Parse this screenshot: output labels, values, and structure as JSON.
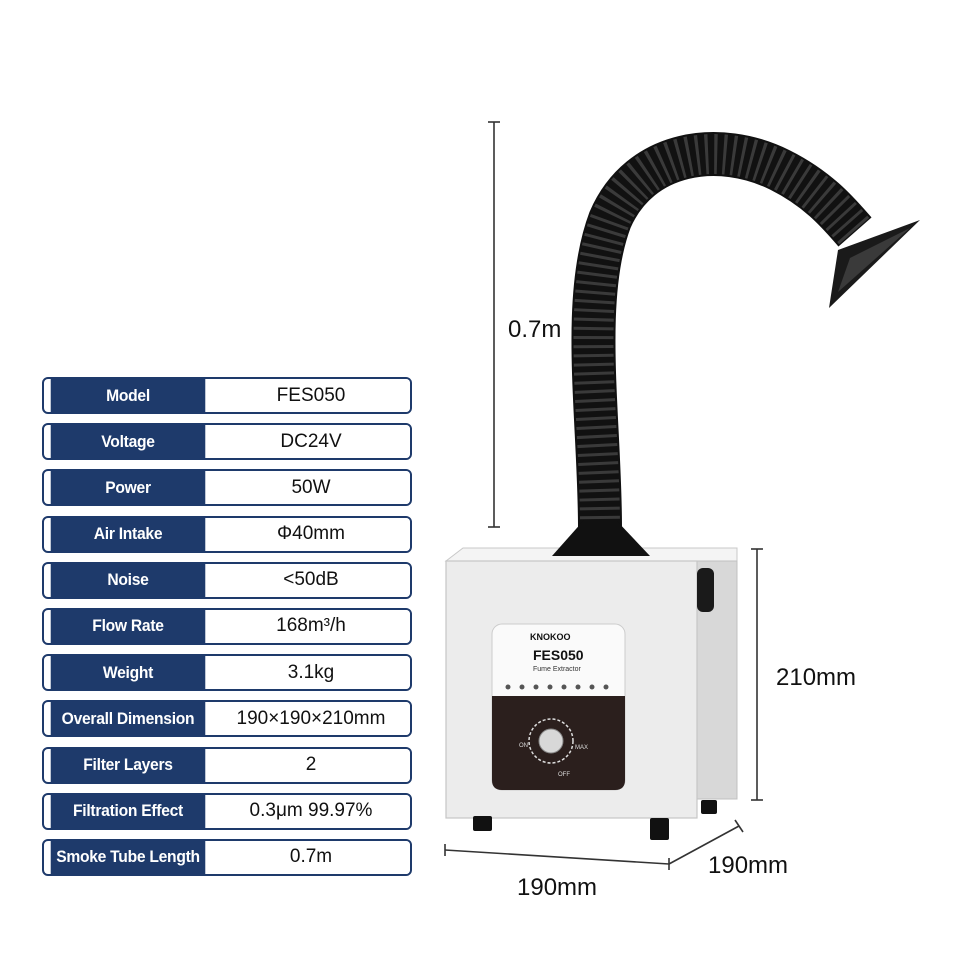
{
  "specs": [
    {
      "label": "Model",
      "value": "FES050"
    },
    {
      "label": "Voltage",
      "value": "DC24V"
    },
    {
      "label": "Power",
      "value": "50W"
    },
    {
      "label": "Air Intake",
      "value": "Φ40mm"
    },
    {
      "label": "Noise",
      "value": "<50dB"
    },
    {
      "label": "Flow Rate",
      "value": "168m³/h"
    },
    {
      "label": "Weight",
      "value": "3.1kg"
    },
    {
      "label": "Overall Dimension",
      "value": "190×190×210mm"
    },
    {
      "label": "Filter Layers",
      "value": "2"
    },
    {
      "label": "Filtration Effect",
      "value": "0.3μm 99.97%"
    },
    {
      "label": "Smoke Tube Length",
      "value": "0.7m"
    }
  ],
  "dimensions": {
    "tube_height": "0.7m",
    "body_height": "210mm",
    "depth": "190mm",
    "width": "190mm"
  },
  "device": {
    "brand": "KNOKOO",
    "model": "FES050",
    "subtitle": "Fume Extractor",
    "knob_on": "ON",
    "knob_max": "MAX",
    "knob_off": "OFF"
  },
  "colors": {
    "label_bg": "#1e3a6b",
    "device_body": "#ececec",
    "panel_dark": "#2b1f1d"
  }
}
